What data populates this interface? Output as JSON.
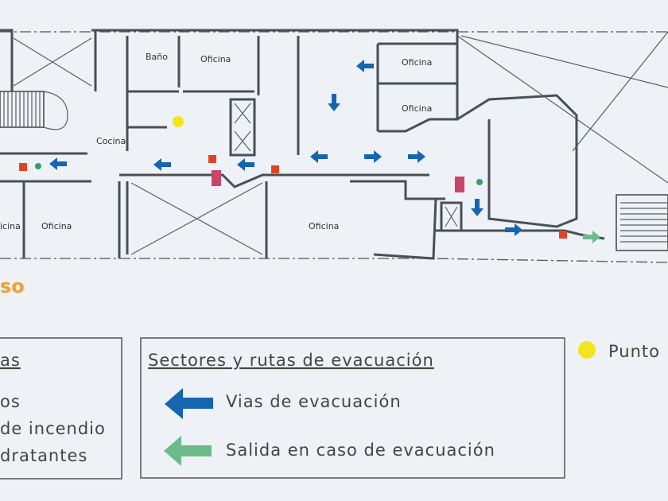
{
  "plan": {
    "rooms": {
      "bano": "Baño",
      "oficina_top1": "Oficina",
      "oficina_top_right1": "Oficina",
      "oficina_top_right2": "Oficina",
      "cocina": "Cocina",
      "oficina_bottom_left_partial": "icina",
      "oficina_bottom_left": "Oficina",
      "oficina_bottom_mid": "Oficina"
    },
    "floor_label_partial": "so"
  },
  "legend_left": {
    "title_partial": "as",
    "line1_partial": "os",
    "line2_partial": "de incendio",
    "line3_partial": "dratantes"
  },
  "legend_routes": {
    "title": "Sectores y rutas de evacuación",
    "items": [
      {
        "label": "Vias de evacuación",
        "icon": "blue-arrow-left",
        "color": "#1565b0"
      },
      {
        "label": "Salida en caso de evacuación",
        "icon": "green-arrow-left",
        "color": "#6dbb8a"
      }
    ]
  },
  "legend_right": {
    "label_partial": "Punto",
    "icon": "yellow-dot",
    "color": "#f2e61a"
  },
  "colors": {
    "route": "#1565b0",
    "exit": "#6dbb8a",
    "extinguisher": "#e0441e",
    "hydrant": "#c9456a",
    "first_aid": "#3a9d6a",
    "meeting_point": "#f2e61a",
    "floor_label": "#f0a030"
  }
}
